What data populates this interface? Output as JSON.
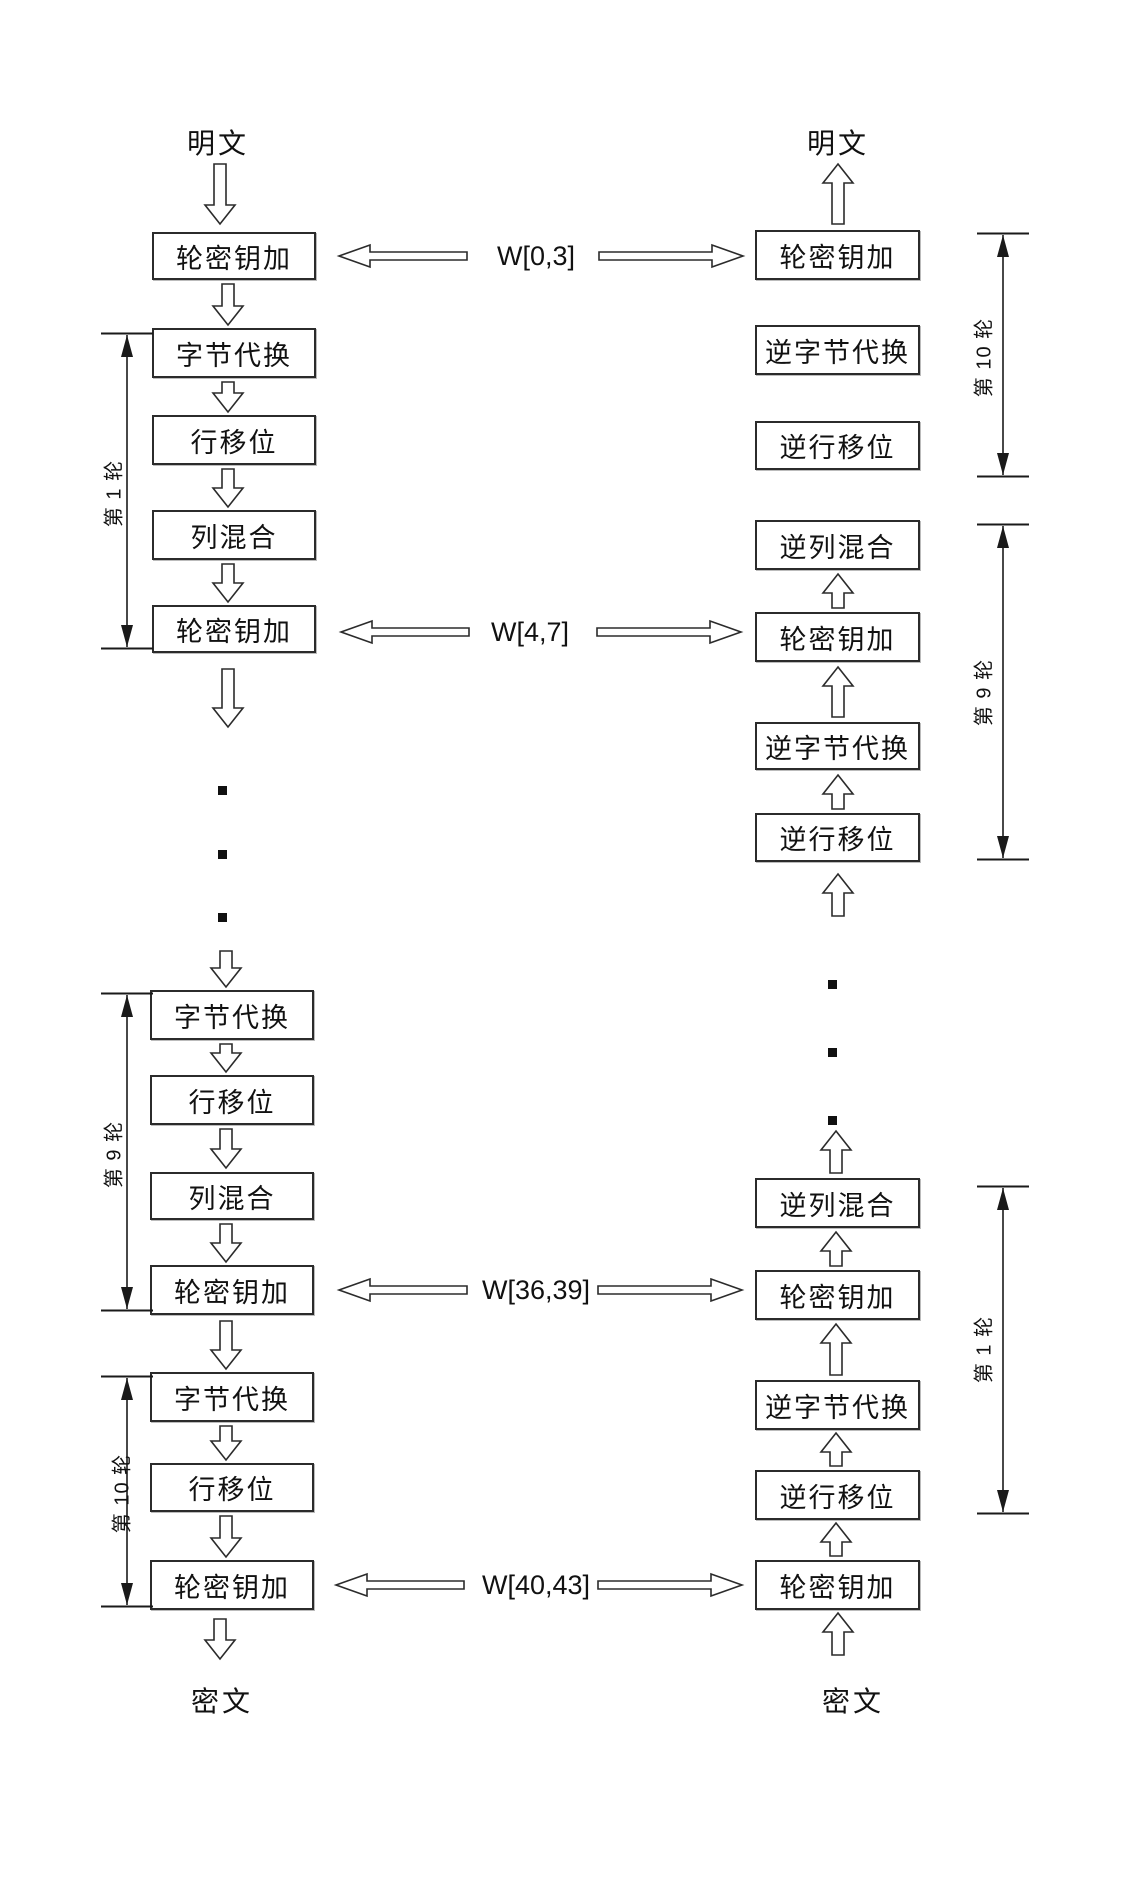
{
  "diagram_title": "AES encryption decryption flow",
  "encrypt_column": {
    "input_label": "明文",
    "output_label": "密文",
    "boxes": [
      "轮密钥加",
      "字节代换",
      "行移位",
      "列混合",
      "轮密钥加",
      "字节代换",
      "行移位",
      "列混合",
      "轮密钥加",
      "字节代换",
      "行移位",
      "轮密钥加"
    ]
  },
  "decrypt_column": {
    "input_label": "明文",
    "output_label": "密文",
    "boxes": [
      "轮密钥加",
      "逆字节代换",
      "逆行移位",
      "逆列混合",
      "轮密钥加",
      "逆字节代换",
      "逆行移位",
      "逆列混合",
      "轮密钥加",
      "逆字节代换",
      "逆行移位",
      "轮密钥加"
    ]
  },
  "round_keys": [
    "W[0,3]",
    "W[4,7]",
    "W[36,39]",
    "W[40,43]"
  ],
  "round_brackets": {
    "left": [
      "第 1 轮",
      "第 9 轮",
      "第 10 轮"
    ],
    "right": [
      "第 10 轮",
      "第 9 轮",
      "第 1 轮"
    ]
  },
  "colors": {
    "line": "#1a1a1a",
    "box_border": "#2b2b2b",
    "background": "#ffffff"
  }
}
